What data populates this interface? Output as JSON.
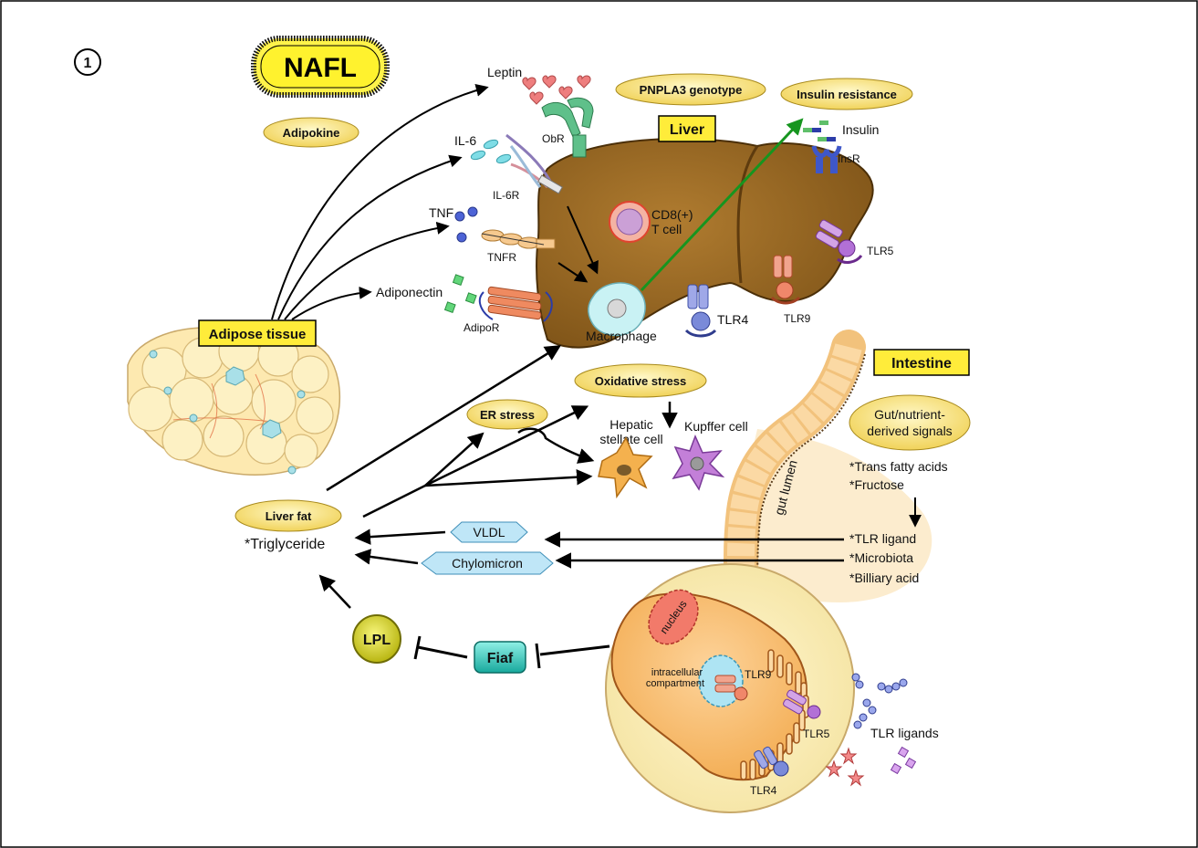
{
  "panel_number": "1",
  "title": "NAFL",
  "ovals": {
    "adipokine": "Adipokine",
    "pnpla3": "PNPLA3 genotype",
    "insulin_resistance": "Insulin resistance",
    "oxidative_stress": "Oxidative stress",
    "er_stress": "ER stress",
    "liver_fat": "Liver fat",
    "gut_signals_1": "Gut/nutrient-",
    "gut_signals_2": "derived signals"
  },
  "boxes": {
    "liver": "Liver",
    "adipose": "Adipose tissue",
    "intestine": "Intestine",
    "fiaf": "Fiaf",
    "lpl": "LPL"
  },
  "adipokines": {
    "leptin": "Leptin",
    "il6": "IL-6",
    "tnf": "TNF",
    "adiponectin": "Adiponectin"
  },
  "receptors": {
    "obr": "ObR",
    "il6r": "IL-6R",
    "tnfr": "TNFR",
    "adipor": "AdipoR",
    "insulin": "Insulin",
    "insr": "InsR",
    "tlr4": "TLR4",
    "tlr9": "TLR9",
    "tlr5": "TLR5"
  },
  "cells": {
    "cd8_1": "CD8(+)",
    "cd8_2": "T cell",
    "macrophage": "Macrophage",
    "hepatic_1": "Hepatic",
    "hepatic_2": "stellate cell",
    "kupffer": "Kupffer cell"
  },
  "lipids": {
    "triglyceride": "*Triglyceride",
    "vldl": "VLDL",
    "chylomicron": "Chylomicron"
  },
  "gut": {
    "lumen": "gut lumen",
    "trans_fatty": "*Trans fatty acids",
    "fructose": "*Fructose",
    "tlr_ligand": "*TLR ligand",
    "microbiota": "*Microbiota",
    "biliary": "*Billiary acid"
  },
  "enterocyte": {
    "nucleus": "nucleus",
    "compartment_1": "intracellular",
    "compartment_2": "compartment",
    "tlr9": "TLR9",
    "tlr5": "TLR5",
    "tlr4": "TLR4",
    "ligands": "TLR ligands"
  },
  "colors": {
    "liver": "#9c6a24",
    "oval_yellow": "#f8e27a",
    "box_yellow": "#ffec3a",
    "green_arrow": "#16951f",
    "fiaf": "#2cc2b5",
    "lpl": "#d9d81f"
  }
}
